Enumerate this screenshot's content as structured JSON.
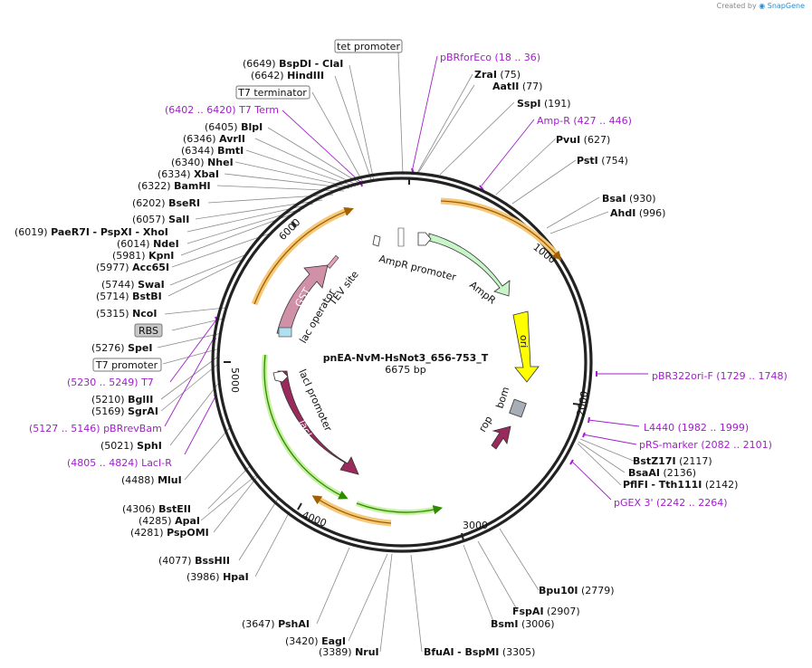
{
  "credit": {
    "prefix": "Created by",
    "brand": "SnapGene"
  },
  "center": {
    "name": "pnEA-NvM-HsNot3_656-753_T",
    "size": "6675 bp"
  },
  "ticks": {
    "t1000": "1000",
    "t2000": "2000",
    "t3000": "3000",
    "t4000": "4000",
    "t5000": "5000",
    "t6000": "6000"
  },
  "boxes": {
    "tet_promoter": "tet promoter",
    "t7_terminator": "T7 terminator",
    "rbs": "RBS",
    "t7_promoter": "T7 promoter"
  },
  "features": {
    "ampr_promoter": "AmpR promoter",
    "ampr": "AmpR",
    "ori": "ori",
    "rop": "rop",
    "bom": "bom",
    "laci": "lacI",
    "laci_promoter": "lacI promoter",
    "lac_operator": "lac operator",
    "gst": "GST",
    "tev_site": "TEV site"
  },
  "enzymes": [
    {
      "pos": "(6649)",
      "name": "BspDI",
      "alt": "- ClaI"
    },
    {
      "pos": "(6642)",
      "name": "HindIII",
      "alt": ""
    },
    {
      "pos": "(6405)",
      "name": "BlpI",
      "alt": ""
    },
    {
      "pos": "(6346)",
      "name": "AvrII",
      "alt": ""
    },
    {
      "pos": "(6344)",
      "name": "BmtI",
      "alt": ""
    },
    {
      "pos": "(6340)",
      "name": "NheI",
      "alt": ""
    },
    {
      "pos": "(6334)",
      "name": "XbaI",
      "alt": ""
    },
    {
      "pos": "(6322)",
      "name": "BamHI",
      "alt": ""
    },
    {
      "pos": "(6202)",
      "name": "BseRI",
      "alt": ""
    },
    {
      "pos": "(6057)",
      "name": "SalI",
      "alt": ""
    },
    {
      "pos": "(6019)",
      "name": "PaeR7I",
      "alt": "- PspXI   - XhoI"
    },
    {
      "pos": "(6014)",
      "name": "NdeI",
      "alt": ""
    },
    {
      "pos": "(5981)",
      "name": "KpnI",
      "alt": ""
    },
    {
      "pos": "(5977)",
      "name": "Acc65I",
      "alt": ""
    },
    {
      "pos": "(5744)",
      "name": "SwaI",
      "alt": ""
    },
    {
      "pos": "(5714)",
      "name": "BstBI",
      "alt": ""
    },
    {
      "pos": "(5315)",
      "name": "NcoI",
      "alt": ""
    },
    {
      "pos": "(5276)",
      "name": "SpeI",
      "alt": ""
    },
    {
      "pos": "(5210)",
      "name": "BglII",
      "alt": ""
    },
    {
      "pos": "(5169)",
      "name": "SgrAI",
      "alt": ""
    },
    {
      "pos": "(5021)",
      "name": "SphI",
      "alt": ""
    },
    {
      "pos": "(4488)",
      "name": "MluI",
      "alt": ""
    },
    {
      "pos": "(4306)",
      "name": "BstEII",
      "alt": ""
    },
    {
      "pos": "(4285)",
      "name": "ApaI",
      "alt": ""
    },
    {
      "pos": "(4281)",
      "name": "PspOMI",
      "alt": ""
    },
    {
      "pos": "(4077)",
      "name": "BssHII",
      "alt": ""
    },
    {
      "pos": "(3986)",
      "name": "HpaI",
      "alt": ""
    },
    {
      "pos": "(3647)",
      "name": "PshAI",
      "alt": ""
    },
    {
      "pos": "(3420)",
      "name": "EagI",
      "alt": ""
    },
    {
      "pos": "(3389)",
      "name": "NruI",
      "alt": ""
    },
    {
      "pos": "(3305)",
      "name": "BfuAI",
      "alt": "- BspMI"
    },
    {
      "pos": "(3006)",
      "name": "BsmI",
      "alt": ""
    },
    {
      "pos": "(2907)",
      "name": "FspAI",
      "alt": ""
    },
    {
      "pos": "(2779)",
      "name": "Bpu10I",
      "alt": ""
    },
    {
      "pos": "(2142)",
      "name": "PflFI",
      "alt": "- Tth111I"
    },
    {
      "pos": "(2136)",
      "name": "BsaAI",
      "alt": ""
    },
    {
      "pos": "(2117)",
      "name": "BstZ17I",
      "alt": ""
    },
    {
      "pos": "(996)",
      "name": "AhdI",
      "alt": ""
    },
    {
      "pos": "(930)",
      "name": "BsaI",
      "alt": ""
    },
    {
      "pos": "(754)",
      "name": "PstI",
      "alt": ""
    },
    {
      "pos": "(627)",
      "name": "PvuI",
      "alt": ""
    },
    {
      "pos": "(191)",
      "name": "SspI",
      "alt": ""
    },
    {
      "pos": "(77)",
      "name": "AatII",
      "alt": ""
    },
    {
      "pos": "(75)",
      "name": "ZraI",
      "alt": ""
    }
  ],
  "primers": [
    {
      "name": "T7 Term",
      "range": "(6402 .. 6420)"
    },
    {
      "name": "T7",
      "range": "(5230 .. 5249)"
    },
    {
      "name": "pBRrevBam",
      "range": "(5127 .. 5146)"
    },
    {
      "name": "LacI-R",
      "range": "(4805 .. 4824)"
    },
    {
      "name": "pBRforEco",
      "range": "(18 .. 36)"
    },
    {
      "name": "Amp-R",
      "range": "(427 .. 446)"
    },
    {
      "name": "pBR322ori-F",
      "range": "(1729 .. 1748)"
    },
    {
      "name": "L4440",
      "range": "(1982 .. 1999)"
    },
    {
      "name": "pRS-marker",
      "range": "(2082 .. 2101)"
    },
    {
      "name": "pGEX 3'",
      "range": "(2242 .. 2264)"
    }
  ]
}
